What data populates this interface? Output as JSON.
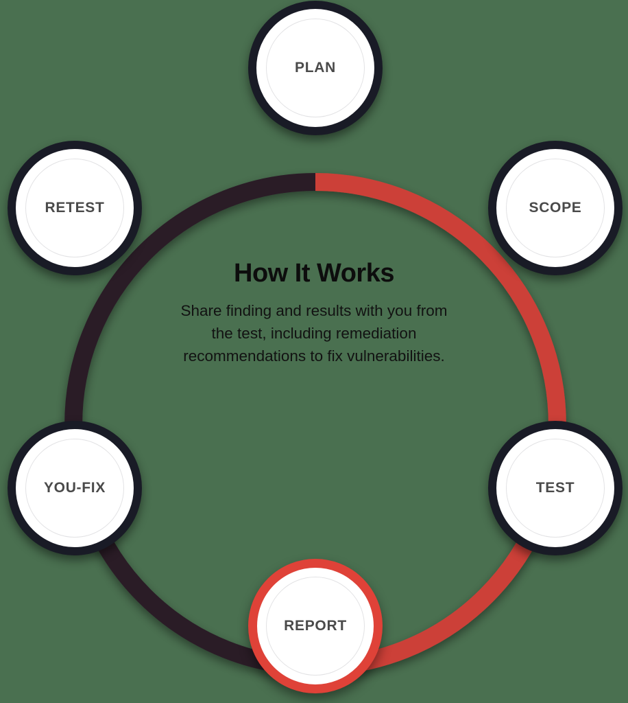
{
  "diagram": {
    "type": "circular-process-cycle",
    "title": "How It Works",
    "description": "Share finding and results with you from the test, including remediation recommendations to fix vulnerabilities.",
    "description_lines": [
      "Share finding and results with you from",
      "the test, including remediation",
      "recommendations to fix vulnerabilities."
    ],
    "background_color": "#4a7050",
    "colors": {
      "progress_arc": "#cc4038",
      "track_arc": "#2b1d28",
      "node_ring_dark": "#191b26",
      "node_ring_active": "#df4238",
      "node_fill": "#ffffff",
      "node_inner_ring": "#e2e2e4",
      "node_label": "#4a4a4a",
      "title_color": "#0d0d0d"
    },
    "active_step": "REPORT",
    "steps": [
      {
        "id": "plan",
        "label": "PLAN",
        "order": 1,
        "state": "default",
        "angle_deg": 270
      },
      {
        "id": "scope",
        "label": "SCOPE",
        "order": 2,
        "state": "default",
        "angle_deg": 330
      },
      {
        "id": "test",
        "label": "TEST",
        "order": 3,
        "state": "default",
        "angle_deg": 30
      },
      {
        "id": "report",
        "label": "REPORT",
        "order": 4,
        "state": "active",
        "angle_deg": 90
      },
      {
        "id": "youfix",
        "label": "YOU-FIX",
        "order": 5,
        "state": "default",
        "angle_deg": 150
      },
      {
        "id": "retest",
        "label": "RETEST",
        "order": 6,
        "state": "default",
        "angle_deg": 210
      }
    ],
    "arcs": [
      {
        "id": "plan-to-scope",
        "from": "PLAN",
        "to": "SCOPE",
        "color_role": "progress_arc"
      },
      {
        "id": "scope-to-test",
        "from": "SCOPE",
        "to": "TEST",
        "color_role": "progress_arc"
      },
      {
        "id": "test-to-report",
        "from": "TEST",
        "to": "REPORT",
        "color_role": "progress_arc"
      },
      {
        "id": "report-to-youfix",
        "from": "REPORT",
        "to": "YOU-FIX",
        "color_role": "track_arc"
      },
      {
        "id": "youfix-to-retest",
        "from": "YOU-FIX",
        "to": "RETEST",
        "color_role": "track_arc"
      },
      {
        "id": "retest-to-plan",
        "from": "RETEST",
        "to": "PLAN",
        "color_role": "track_arc"
      }
    ]
  }
}
